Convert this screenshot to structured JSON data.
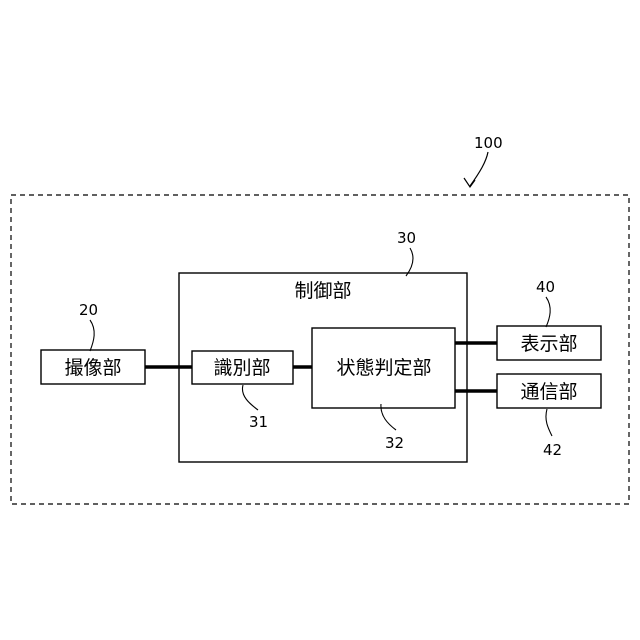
{
  "diagram": {
    "system_ref": "100",
    "control": {
      "label": "制御部",
      "ref": "30"
    },
    "imaging": {
      "label": "撮像部",
      "ref": "20"
    },
    "identification": {
      "label": "識別部",
      "ref": "31"
    },
    "state_judgment": {
      "label": "状態判定部",
      "ref": "32"
    },
    "display": {
      "label": "表示部",
      "ref": "40"
    },
    "communication": {
      "label": "通信部",
      "ref": "42"
    }
  }
}
